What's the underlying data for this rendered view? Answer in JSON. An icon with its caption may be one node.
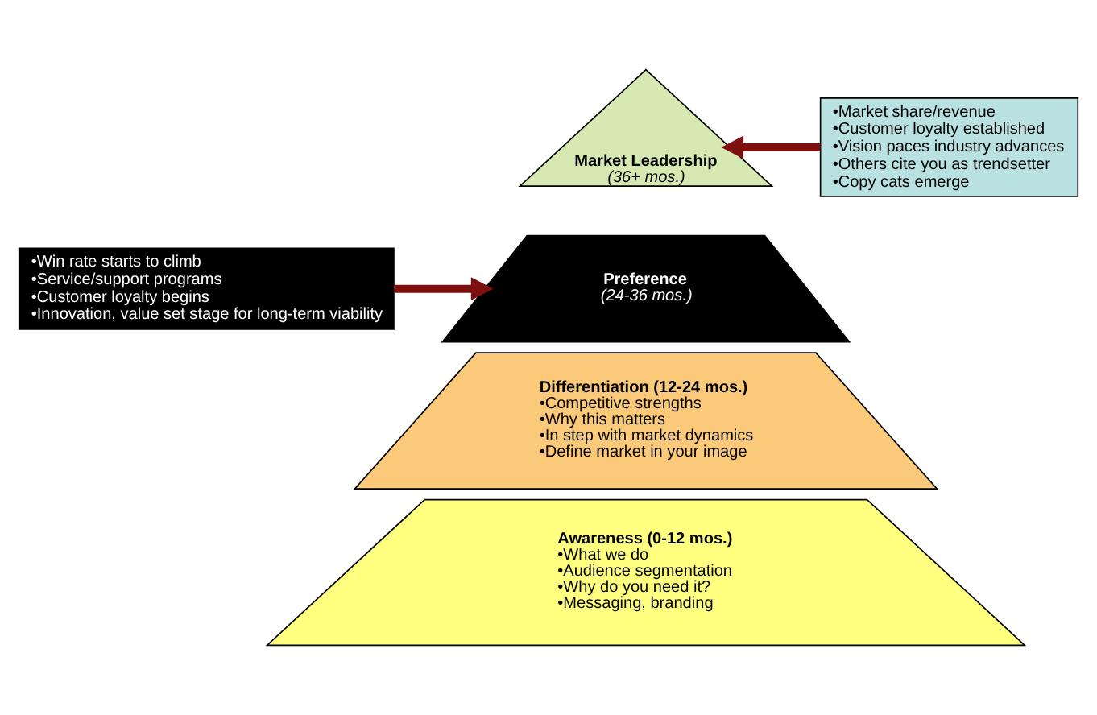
{
  "diagram": {
    "nodes": [
      {
        "text": [
          "Market Leadership",
          "(36+ mos.)"
        ]
      },
      {
        "text": [
          "Preference",
          "(24-36 mos.)"
        ]
      },
      {
        "text": [
          "Differentiation (12-24 mos.)",
          "•Competitive strengths",
          "•Why this matters",
          "•In step with market dynamics",
          "•Define market in your image"
        ]
      },
      {
        "text": [
          "Awareness (0-12 mos.)",
          "•What we do",
          "•Audience segmentation",
          "•Why do you need it?",
          "•Messaging, branding"
        ]
      },
      {
        "text": [
          "•Market share/revenue",
          "•Customer loyalty established",
          "•Vision paces industry advances",
          "•Others cite you as trendsetter",
          "•Copy cats emerge"
        ]
      },
      {
        "text": [
          "•Win rate starts to climb",
          "•Service/support programs",
          "•Customer loyalty begins",
          "•Innovation, value set stage for long-term viability"
        ]
      }
    ],
    "edges": [
      {
        "from": 4,
        "to": 0,
        "arrow": "to"
      },
      {
        "from": 5,
        "to": 1,
        "arrow": "to"
      }
    ]
  }
}
